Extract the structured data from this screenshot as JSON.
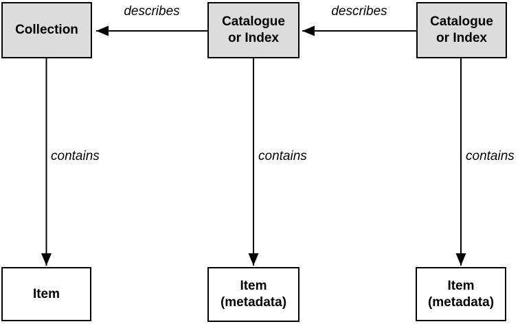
{
  "diagram": {
    "background_color": "#FFFFFF",
    "line_color": "#000000",
    "top_box_fill": "#DCDCDC",
    "bottom_box_fill": "#FFFFFF",
    "nodes": {
      "collection": {
        "label": "Collection"
      },
      "catalogue_left": {
        "line1": "Catalogue",
        "line2": "or Index"
      },
      "catalogue_right": {
        "line1": "Catalogue",
        "line2": "or Index"
      },
      "item": {
        "label": "Item"
      },
      "item_metadata_middle": {
        "line1": "Item",
        "line2": "(metadata)"
      },
      "item_metadata_right": {
        "line1": "Item",
        "line2": "(metadata)"
      }
    },
    "edges": {
      "describes_left": {
        "label": "describes"
      },
      "describes_right": {
        "label": "describes"
      },
      "contains_left": {
        "label": "contains"
      },
      "contains_middle": {
        "label": "contains"
      },
      "contains_right": {
        "label": "contains"
      }
    }
  }
}
